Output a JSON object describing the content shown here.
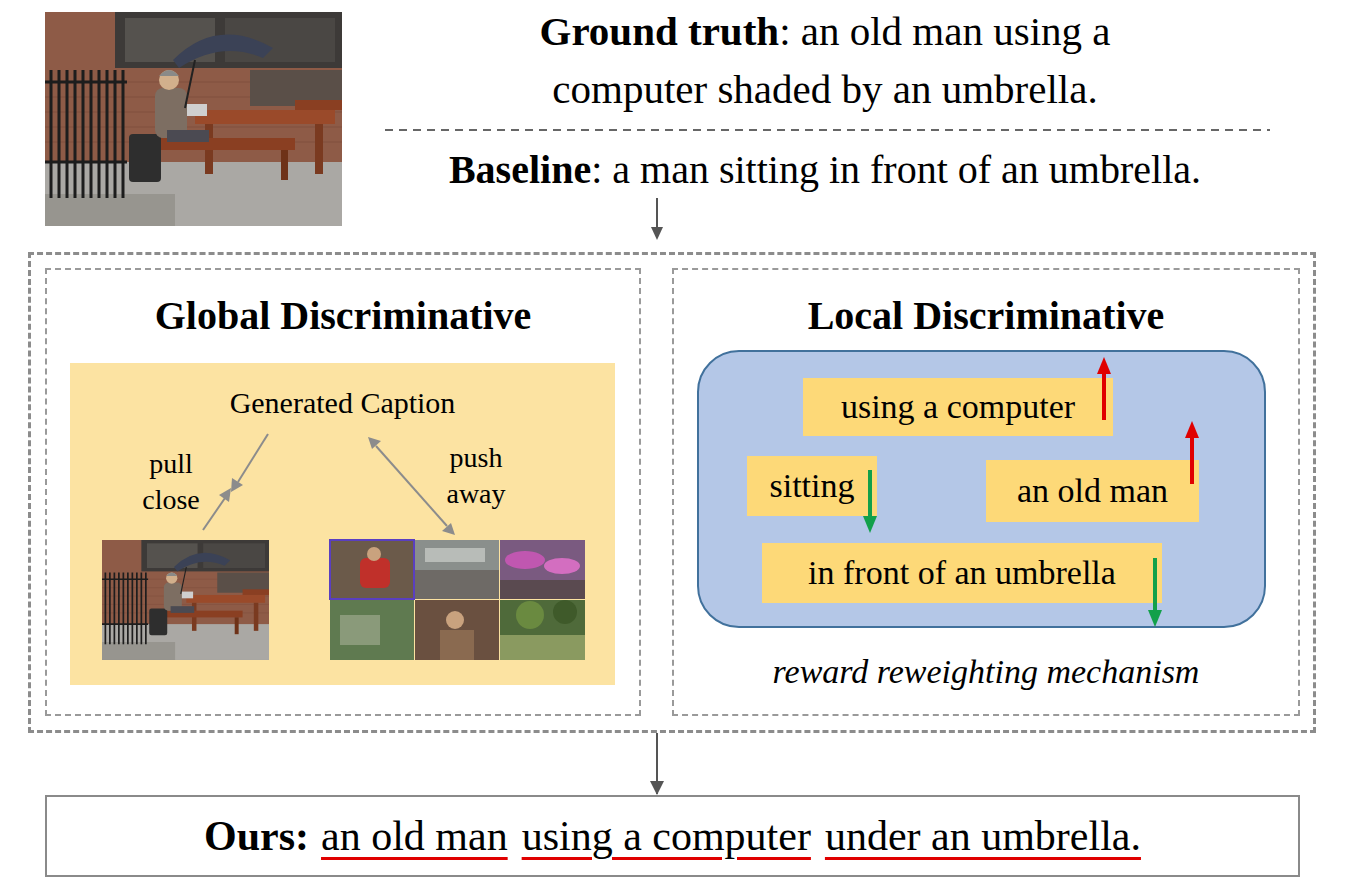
{
  "diagram": {
    "nodes": [
      {
        "text": []
      },
      {
        "text": [
          "Global Discriminative"
        ],
        "in": 0
      },
      {
        "text": [
          "Generated Caption"
        ],
        "in": 1
      },
      {
        "text": [
          "Local Discriminative",
          "reward reweighting mechanism"
        ],
        "in": 0
      },
      {
        "text": [],
        "in": 3
      },
      {
        "text": [
          "using a computer"
        ],
        "in": 4
      },
      {
        "text": [
          "sitting"
        ],
        "in": 4
      },
      {
        "text": [
          "an old man"
        ],
        "in": 4
      },
      {
        "text": [
          "in front of an umbrella"
        ],
        "in": 4
      },
      {
        "text": [
          "Ours",
          ":",
          "an old man",
          "using a computer",
          "under an umbrella."
        ]
      }
    ],
    "edges": [
      {
        "from": 0,
        "to": 9,
        "arrow": "to"
      }
    ],
    "labels": [
      "Ground truth",
      ": an old man using a computer shaded by an umbrella.",
      "Baseline",
      ": a man sitting in front of an umbrella.",
      "pull close",
      "push away"
    ]
  }
}
